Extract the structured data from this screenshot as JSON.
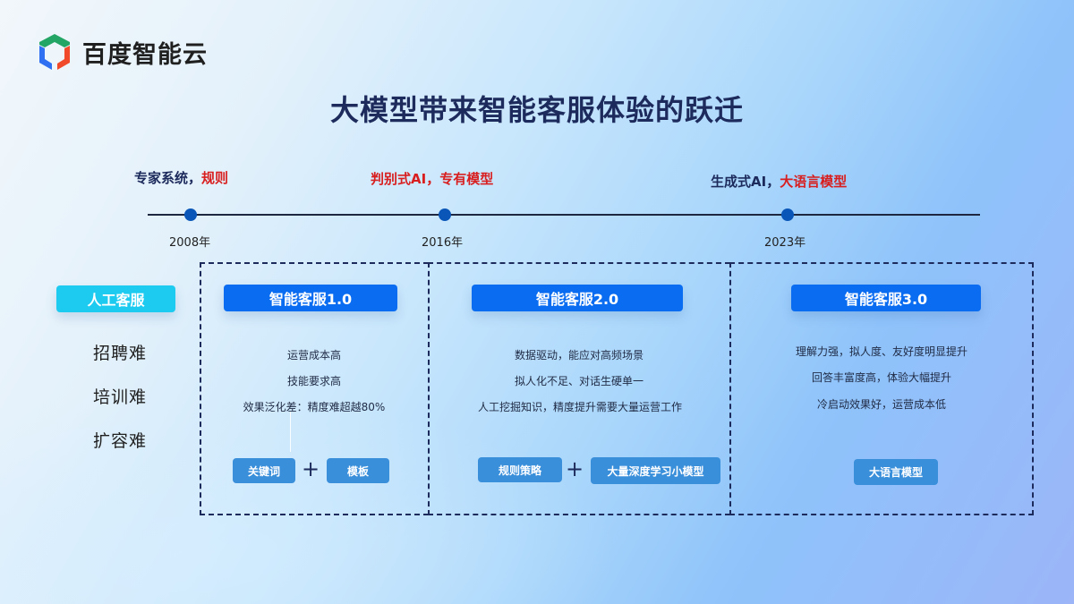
{
  "brand": {
    "name": "百度智能云",
    "logo_icon": "baidu-cloud-cube-icon",
    "logo_colors": {
      "top": "#22a565",
      "left": "#2f6ff2",
      "right": "#f04a2a"
    }
  },
  "title": "大模型带来智能客服体验的跃迁",
  "colors": {
    "accent_blue": "#0a6cf1",
    "accent_cyan": "#1ecbf0",
    "highlight_red": "#d81e1e",
    "navy": "#1c2a5c",
    "tag_blue": "#3a8fdb"
  },
  "timeline": {
    "eras": [
      {
        "prefix": "专家系统，",
        "highlight": "规则",
        "year": "2008年"
      },
      {
        "prefix": "",
        "highlight": "判别式AI，专有模型",
        "year": "2016年"
      },
      {
        "prefix": "生成式AI，",
        "highlight": "大语言模型",
        "year": "2023年"
      }
    ]
  },
  "manual": {
    "label": "人工客服",
    "pains": [
      "招聘难",
      "培训难",
      "扩容难"
    ]
  },
  "stages": [
    {
      "label": "智能客服1.0",
      "bullets": [
        "运营成本高",
        "技能要求高",
        "效果泛化差：精度难超越80%"
      ],
      "tags": [
        "关键词",
        "模板"
      ],
      "plus": "+"
    },
    {
      "label": "智能客服2.0",
      "bullets": [
        "数据驱动，能应对高频场景",
        "拟人化不足、对话生硬单一",
        "人工挖掘知识，精度提升需要大量运营工作"
      ],
      "tags": [
        "规则策略",
        "大量深度学习小模型"
      ],
      "plus": "+"
    },
    {
      "label": "智能客服3.0",
      "bullets": [
        "理解力强，拟人度、友好度明显提升",
        "回答丰富度高，体验大幅提升",
        "冷启动效果好，运营成本低"
      ],
      "tags": [
        "大语言模型"
      ]
    }
  ]
}
